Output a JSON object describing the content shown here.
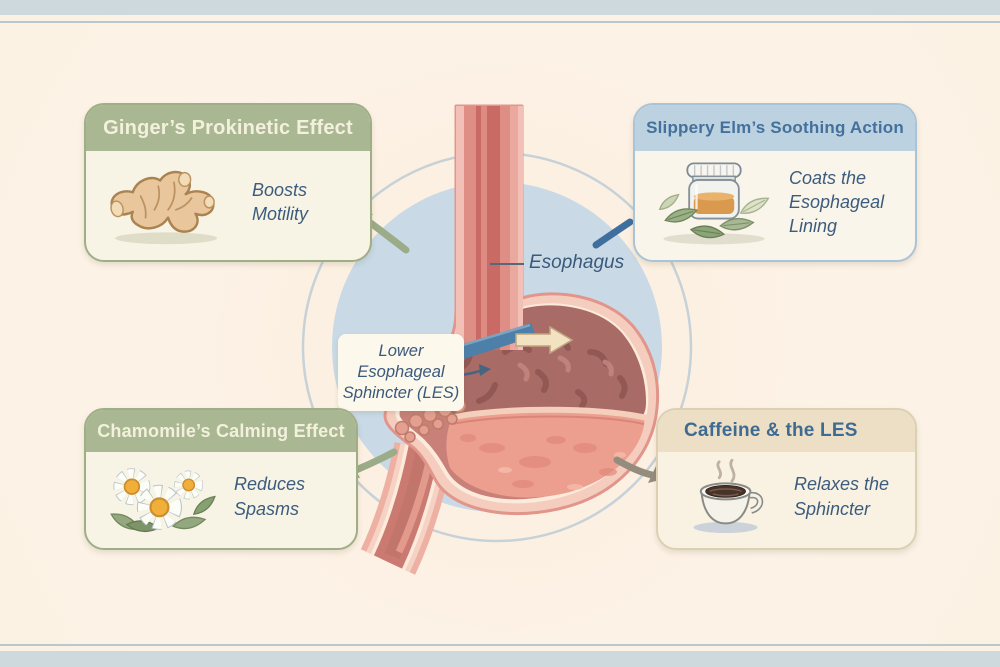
{
  "scene": {
    "esophagus_label": "Esophagus",
    "les_label_line1": "Lower",
    "les_label_line2": "Esophageal",
    "les_label_line3": "Sphincter (LES)"
  },
  "callouts": [
    {
      "id": "ginger",
      "title": "Ginger’s Prokinetic Effect",
      "body_line1": "Boosts",
      "body_line2": "Motility",
      "icon": "ginger-root-icon",
      "theme": "green"
    },
    {
      "id": "slippery-elm",
      "title": "Slippery Elm’s Soothing Action",
      "body_line1": "Coats the",
      "body_line2": "Esophageal Lining",
      "icon": "jar-leaves-icon",
      "theme": "blue"
    },
    {
      "id": "chamomile",
      "title": "Chamomile’s Calming Effect",
      "body_line1": "Reduces",
      "body_line2": "Spasms",
      "icon": "chamomile-flowers-icon",
      "theme": "green"
    },
    {
      "id": "caffeine",
      "title": "Caffeine & the LES",
      "body_line1": "Relaxes the",
      "body_line2": "Sphincter",
      "icon": "coffee-cup-icon",
      "theme": "beige"
    }
  ],
  "colors": {
    "background": "#fcf2e5",
    "frame_band": "#cdd9dd",
    "frame_line": "#b8c8ce",
    "circle_fill": "#c9dae6",
    "circle_ring": "#bccbd6",
    "green_header": "#a9b892",
    "green_header_text": "#f3f1dd",
    "green_border": "#9fae86",
    "blue_header": "#bdd2e1",
    "blue_header_text": "#44719c",
    "blue_border": "#aac4d7",
    "beige_header": "#ecdfc5",
    "beige_header_text": "#3e6b92",
    "beige_border": "#ddd0b2",
    "body_text": "#3c5c7e",
    "label_text": "#3a5a7c",
    "green_arrow": "#9cab88",
    "blue_arrow": "#3f6f9e",
    "tan_arrow": "#948d7e",
    "les_band": "#4d80a9"
  }
}
